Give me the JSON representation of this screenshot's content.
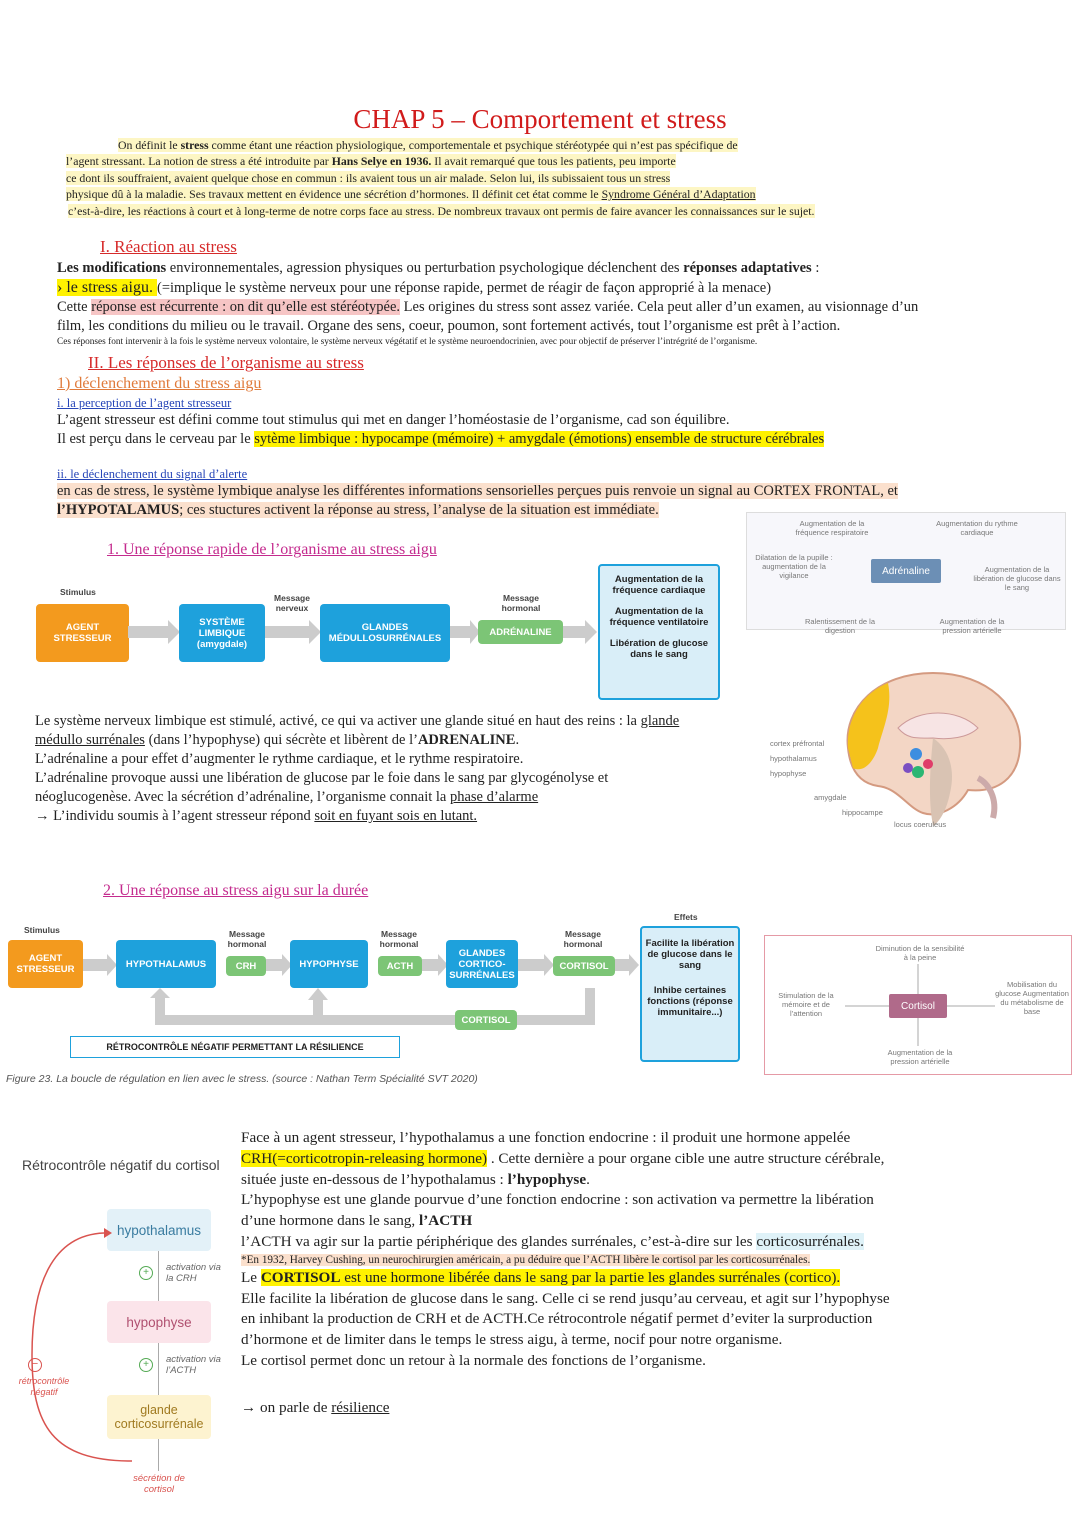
{
  "title": "CHAP 5 – Comportement et stress",
  "intro": {
    "line1_a": "On définit le ",
    "line1_b": "stress",
    "line1_c": " comme étant une réaction physiologique, comportementale et psychique stéréotypée qui n’est pas spécifique de",
    "line2_a": "l’agent stressant. La notion de stress a été introduite par ",
    "line2_b": "Hans Selye en 1936.",
    "line2_c": " Il avait remarqué que tous les patients, peu importe",
    "line3": "ce dont ils souffraient, avaient quelque chose en commun : ils avaient tous un air malade. Selon lui, ils subissaient tous un stress",
    "line4_a": "physique dû à la maladie. Ses travaux mettent en évidence une sécrétion d’hormones. Il définit cet état comme le ",
    "line4_b": "Syndrome Général d’Adaptation",
    "line5": "c’est-à-dire, les réactions à court et à long-terme de notre corps face au stress. De nombreux travaux ont permis de faire avancer les connaissances sur le sujet."
  },
  "section1": {
    "heading": "I. Réaction au stress",
    "l1_a": "Les modifications",
    "l1_b": " environnementales, agression physiques ou perturbation psychologique déclenchent des ",
    "l1_c": "réponses adaptatives",
    "l1_d": " :",
    "l2_a": " › le stress aigu. ",
    "l2_b": " (=implique le système nerveux pour une réponse rapide, permet de réagir de façon approprié à la menace)",
    "l3_a": "Cette ",
    "l3_b": "réponse est récurrente : on dit qu’elle est stéréotypée.",
    "l3_c": " Les origines du stress sont assez variée. Cela peut aller d’un examen, au visionnage d’un",
    "l4": "film, les conditions du milieu ou le travail. Organe des sens, coeur, poumon, sont fortement activés, tout l’organisme est prêt à l’action.",
    "l5": "Ces réponses font intervenir à la fois le système nerveux volontaire, le système nerveux végétatif et le système neuroendocrinien, avec pour objectif de préserver l’intrégrité de l’organisme."
  },
  "section2": {
    "heading": "II. Les réponses de l’organisme au stress",
    "sub1": "1) déclenchement du stress aigu",
    "sub_i": "i. la perception de l’agent stresseur",
    "i_l1": "L’agent stresseur est défini comme tout stimulus qui met en danger l’homéostasie de l’organisme, cad son équilibre.",
    "i_l2_a": "Il est perçu dans le cerveau par le ",
    "i_l2_b": "sytème limbique : hypocampe (mémoire) + amygdale (émotions) ensemble de structure cérébrales",
    "sub_ii": "ii. le déclenchement du signal d’alerte",
    "ii_l1": "en cas de stress, le système lymbique analyse les différentes informations sensorielles perçues puis renvoie un signal au CORTEX FRONTAL, et",
    "ii_l2_a": "l’HYPOTALAMUS",
    "ii_l2_b": "; ces stuctures activent la réponse au stress, l’analyse de la situation est immédiate."
  },
  "diagram1": {
    "heading": "1. Une réponse rapide de l’organisme au stress aigu",
    "stimulus": "Stimulus",
    "agent": "AGENT STRESSEUR",
    "msg_nerveux": "Message nerveux",
    "systeme": "SYSTÈME LIMBIQUE (amygdale)",
    "glandes": "GLANDES MÉDULLOSURRÉNALES",
    "msg_hormonal": "Message hormonal",
    "adrenaline": "ADRÉNALINE",
    "effects": [
      "Augmentation de la fréquence cardiaque",
      "Augmentation de la fréquence ventilatoire",
      "Libération de glucose dans le sang"
    ]
  },
  "adr_map": {
    "center": "Adrénaline",
    "items": [
      "Augmentation de la fréquence respiratoire",
      "Augmentation du rythme cardiaque",
      "Dilatation de la pupille : augmentation de la vigilance",
      "Augmentation de la libération de glucose dans le sang",
      "Ralentissement de la digestion",
      "Augmentation de la pression artérielle"
    ]
  },
  "para_adr": {
    "l1_a": "Le système nerveux limbique est stimulé, activé, ce qui va activer une glande situé en haut des reins : la ",
    "l1_b": "glande",
    "l2_a": "médullo surrénales",
    "l2_b": " (dans l’hypophyse) qui sécrète et libèrent de l’",
    "l2_c": "ADRENALINE",
    "l2_d": ".",
    "l3": "L’adrénaline a pour effet d’augmenter le rythme cardiaque, et le rythme respiratoire.",
    "l4": "L’adrénaline provoque aussi une libération de glucose par le foie dans le sang par glycogénolyse et",
    "l5_a": " néoglucogenèse. Avec la sécrétion d’adrénaline, l’organisme connait la ",
    "l5_b": "phase d’alarme",
    "l6_a": "→ L’individu soumis à l’agent stresseur répond ",
    "l6_b": "soit en fuyant sois en lutant."
  },
  "brain": {
    "labels": [
      "cortex préfrontal",
      "hypothalamus",
      "hypophyse",
      "amygdale",
      "hippocampe",
      "locus coeruleus"
    ]
  },
  "diagram2": {
    "heading": "2.  Une réponse au stress aigu sur la durée",
    "stimulus": "Stimulus",
    "effets": "Effets",
    "agent": "AGENT STRESSEUR",
    "msg1": "Message hormonal",
    "hypothalamus": "HYPOTHALAMUS",
    "crh": "CRH",
    "hypophyse": "HYPOPHYSE",
    "msg2": "Message hormonal",
    "acth": "ACTH",
    "glandes": "GLANDES CORTICO-SURRÉNALES",
    "msg3": "Message hormonal",
    "cortisol": "CORTISOL",
    "cortisol_back": "CORTISOL",
    "retro": "RÉTROCONTRÔLE NÉGATIF PERMETTANT LA RÉSILIENCE",
    "effects": [
      "Facilite la libération de glucose dans le sang",
      "Inhibe certaines fonctions (réponse immunitaire...)"
    ],
    "caption": "Figure 23. La boucle de régulation en lien avec le stress. (source : Nathan Term Spécialité SVT 2020)"
  },
  "cortisol_map": {
    "center": "Cortisol",
    "items": [
      "Diminution de la sensibilité à la peine",
      "Stimulation de la mémoire et de l’attention",
      "Mobilisation du glucose Augmentation du métabolisme de base",
      "Augmentation de la pression artérielle"
    ]
  },
  "retro_diagram": {
    "title": "Rétrocontrôle négatif du cortisol",
    "hypothalamus": "hypothalamus",
    "act_crh": "activation via la CRH",
    "hypophyse": "hypophyse",
    "act_acth": "activation via l’ACTH",
    "glande": "glande corticosurrénale",
    "secretion": "sécrétion de cortisol",
    "retro": "rétrocontrôle négatif",
    "minus": "−",
    "plus": "+"
  },
  "final_text": {
    "l1": "Face à un agent stresseur, l’hypothalamus a une fonction endocrine : il produit une hormone appelée",
    "l2_a": "CRH(=corticotropin-releasing hormone)",
    "l2_b": " . Cette dernière a pour organe cible une autre structure cérébrale,",
    "l3_a": "située juste en-dessous de l’hypothalamus : ",
    "l3_b": "l’hypophyse",
    "l3_c": ".",
    "l4": "L’hypophyse est une glande pourvue d’une fonction endocrine : son activation va permettre la libération",
    "l5_a": "d’une hormone dans le sang, ",
    "l5_b": "l’ACTH",
    "l6_a": "l’ACTH va  agir sur la partie périphérique des glandes surrénales, c’est-à-dire sur les ",
    "l6_b": "corticosurrénales.",
    "l7": "*En 1932, Harvey Cushing, un neurochirurgien américain, a pu déduire que l’ACTH libère le cortisol par les corticosurrénales.",
    "l8_a": "Le ",
    "l8_b": "CORTISOL",
    "l8_c": " est une hormone libérée dans le sang par la partie les glandes surrénales (cortico).",
    "l9": "Elle facilite la libération de glucose dans le sang. Celle ci se rend jusqu’au cerveau, et agit sur l’hypophyse",
    "l10": "en inhibant la production de CRH et de ACTH.Ce rétrocontrole négatif permet d’eviter la surproduction",
    "l11": "d’hormone et de limiter dans le temps le stress aigu, à terme, nocif pour notre organisme.",
    "l12": "Le cortisol permet donc un retour à la normale des fonctions de l’organisme.",
    "l13_a": "→ on parle de ",
    "l13_b": "résilience"
  }
}
